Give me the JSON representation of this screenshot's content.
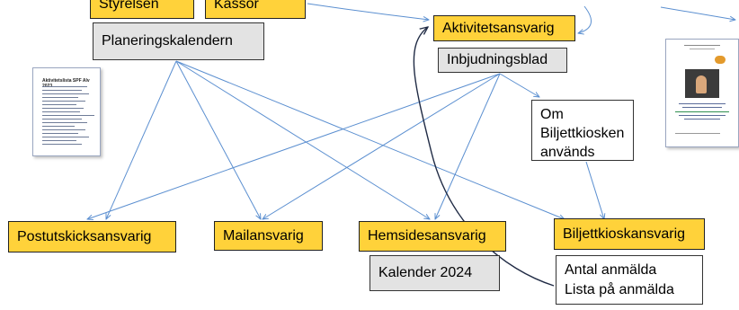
{
  "colors": {
    "box_yellow": "#ffd23a",
    "box_gray": "#e3e3e3",
    "arrow": "#5b8fd0",
    "dark_arrow": "#1f2a44"
  },
  "top_partial": {
    "styrelsen": "Styrelsen",
    "kassor": "Kassör"
  },
  "boxes": {
    "planeringskalendern": "Planeringskalendern",
    "aktivitetsansvarig": "Aktivitetsansvarig",
    "inbjudningsblad": "Inbjudningsblad",
    "om_biljettkiosken": "Om Biljettkiosken används",
    "postutskicksansvarig": "Postutskicksansvarig",
    "mailansvarig": "Mailansvarig",
    "hemsidesansvarig": "Hemsidesansvarig",
    "biljettkioskansvarig": "Biljettkioskansvarig",
    "kalender": "Kalender 2024",
    "antal_anmalda": "Antal anmälda",
    "lista_anmalda": "Lista på anmälda"
  },
  "thumbnails": {
    "activity_list": {
      "title": "Aktivitetslista SPF Alv 2023",
      "icon": "document-thumbnail"
    },
    "invitation": {
      "icon": "flyer-thumbnail"
    }
  }
}
